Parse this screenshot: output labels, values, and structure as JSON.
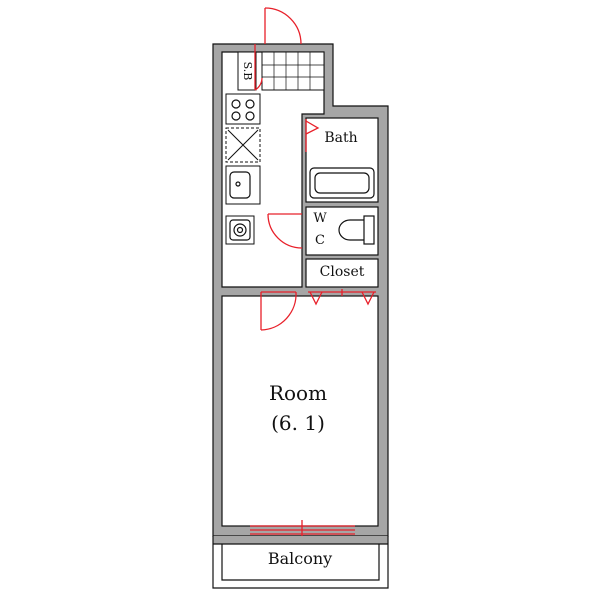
{
  "labels": {
    "shoe_box": "S.B",
    "bath": "Bath",
    "wc_w": "W",
    "wc_c": "C",
    "closet": "Closet",
    "room": "Room",
    "room_size": "(6. 1)",
    "balcony": "Balcony"
  },
  "colors": {
    "wall": "#a6a6a6",
    "door": "#e8202a",
    "line": "#111111"
  },
  "icons": [
    "stove-icon",
    "refrigerator-icon",
    "sink-icon",
    "washer-icon",
    "bathtub-icon",
    "toilet-icon"
  ]
}
